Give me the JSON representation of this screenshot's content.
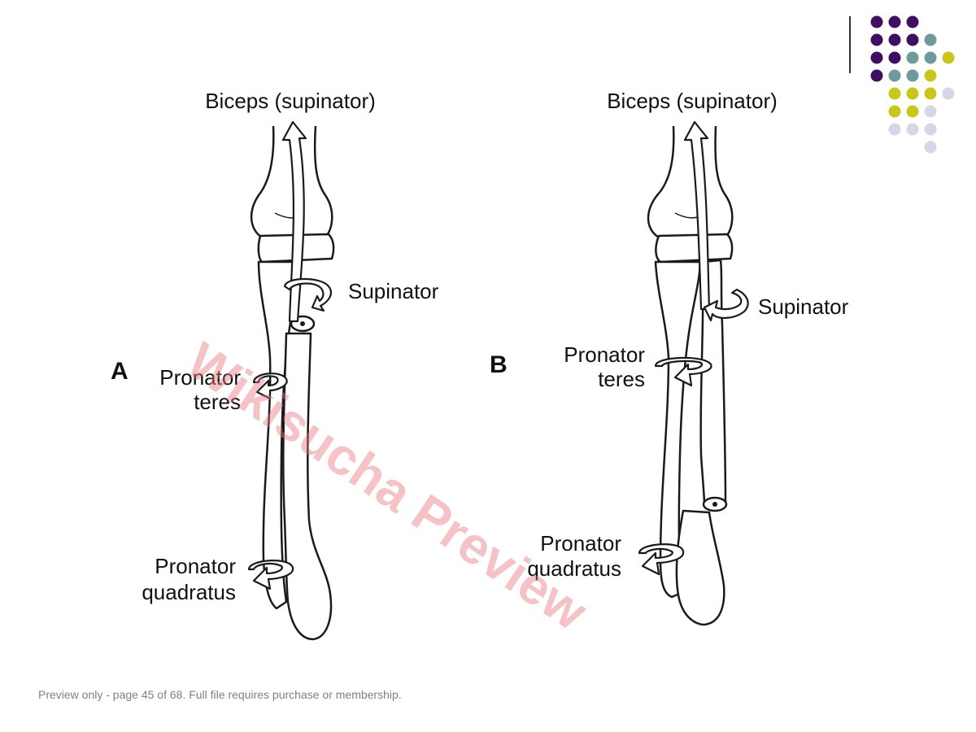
{
  "footer": {
    "text": "Preview only - page 45 of 68. Full file requires purchase or membership."
  },
  "watermark": {
    "text": "Wikisucha Preview",
    "color": "#e8797f"
  },
  "decor": {
    "colors": {
      "purple": "#3e0f63",
      "teal": "#6d9a9a",
      "olive": "#c8c81a",
      "lavender": "#d7d6e6"
    }
  },
  "panel_a": {
    "letter": "A",
    "biceps": "Biceps (supinator)",
    "supinator": "Supinator",
    "pronator_teres_1": "Pronator",
    "pronator_teres_2": "teres",
    "pronator_quadratus_1": "Pronator",
    "pronator_quadratus_2": "quadratus"
  },
  "panel_b": {
    "letter": "B",
    "biceps": "Biceps (supinator)",
    "supinator": "Supinator",
    "pronator_teres_1": "Pronator",
    "pronator_teres_2": "teres",
    "pronator_quadratus_1": "Pronator",
    "pronator_quadratus_2": "quadratus"
  }
}
